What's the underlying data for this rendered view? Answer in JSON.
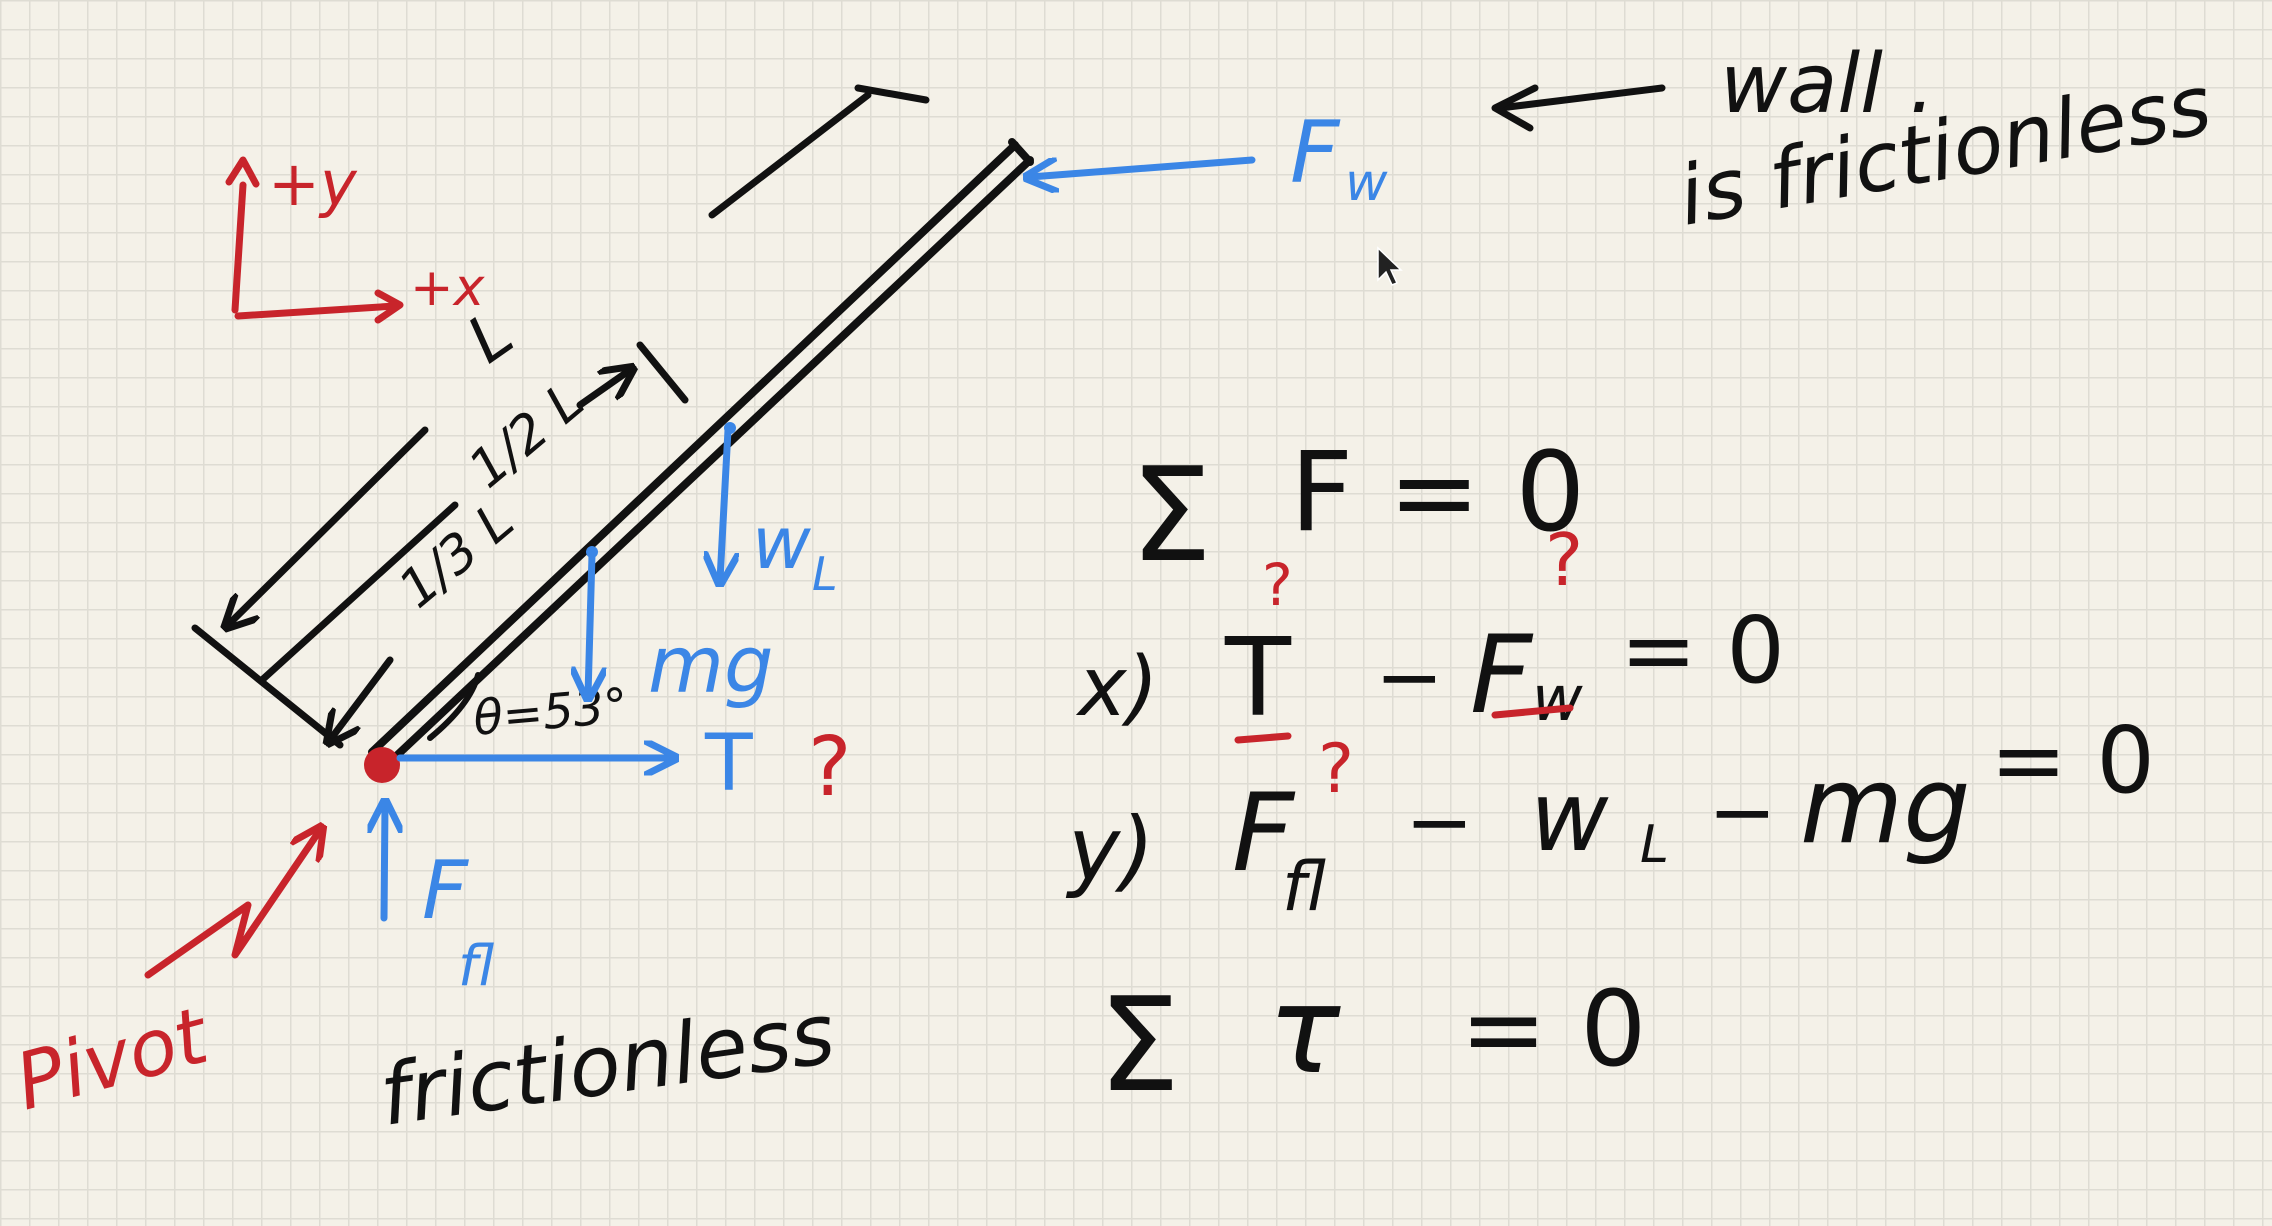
{
  "colors": {
    "paper": "#f4f1e8",
    "grid": "#dedcd3",
    "ink_black": "#111111",
    "ink_red": "#c8242b",
    "ink_blue": "#3b86e6"
  },
  "axes": {
    "y_label": "+y",
    "x_label": "+x"
  },
  "wall_note": {
    "line1": "wall .",
    "line2": "is frictionless"
  },
  "ladder": {
    "length_label": "L",
    "half_label": "1/2 L",
    "third_label": "1/3 L",
    "angle_label": "θ=53°"
  },
  "forces": {
    "wall_force": "F",
    "wall_force_sub": "w",
    "ladder_weight": "w",
    "ladder_weight_sub": "L",
    "person_weight": "mg",
    "tension": "T",
    "tension_mark": "?",
    "floor_force": "F",
    "floor_force_sub": "fl"
  },
  "pivot_label": "Pivot",
  "floor_note": "frictionless",
  "equations": {
    "sum_force_sigma": "Σ",
    "sum_force_rest": "F = 0",
    "x_prefix": "x)",
    "x_T": "T",
    "x_minus": "−",
    "x_F": "F",
    "x_F_sub": "w",
    "x_end": "= 0",
    "y_prefix": "y)",
    "y_F": "F",
    "y_F_sub": "fl",
    "y_minus1": "−",
    "y_w": "w",
    "y_w_sub": "L",
    "y_minus2": "−",
    "y_mg": "mg",
    "y_end": "= 0",
    "sum_torque_sigma": "Σ",
    "sum_torque_tau": "τ",
    "sum_torque_end": "= 0",
    "question_mark": "?"
  },
  "cursor": "arrow-cursor-icon"
}
